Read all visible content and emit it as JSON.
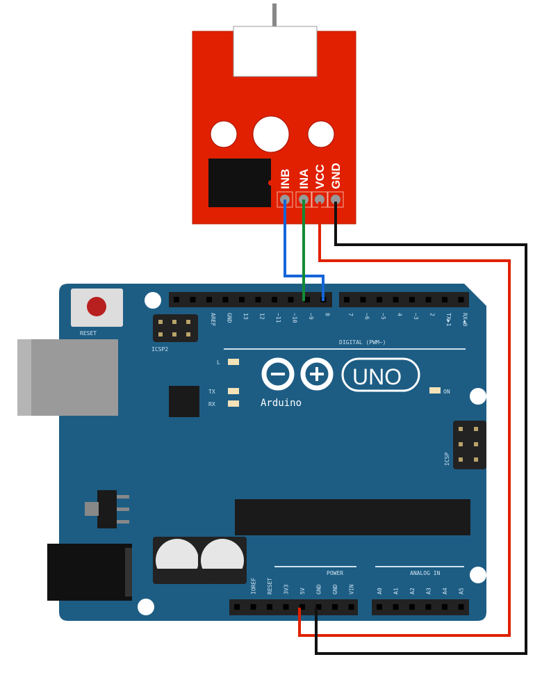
{
  "module": {
    "pins": [
      "INB",
      "INA",
      "VCC",
      "GND"
    ]
  },
  "board": {
    "brand": "Arduino",
    "model": "UNO",
    "reset_label": "RESET",
    "icsp2_label": "ICSP2",
    "icsp_label": "ICSP",
    "led_l": "L",
    "led_tx": "TX",
    "led_rx": "RX",
    "led_on": "ON",
    "digital_label": "DIGITAL (PWM~)",
    "digital_pins": [
      "AREF",
      "GND",
      "13",
      "12",
      "~11",
      "~10",
      "~9",
      "8",
      "7",
      "~6",
      "~5",
      "4",
      "~3",
      "2",
      "TX▶1",
      "RX◀0"
    ],
    "power_label": "POWER",
    "power_pins": [
      "IOREF",
      "RESET",
      "3V3",
      "5V",
      "GND",
      "GND",
      "VIN"
    ],
    "analog_label": "ANALOG IN",
    "analog_pins": [
      "A0",
      "A1",
      "A2",
      "A3",
      "A4",
      "A5"
    ]
  },
  "colors": {
    "module_red": "#e02000",
    "board_blue": "#1d5d84",
    "wire_inb": "#1565d8",
    "wire_ina": "#138a36",
    "wire_vcc": "#e02000",
    "wire_gnd": "#111111"
  }
}
